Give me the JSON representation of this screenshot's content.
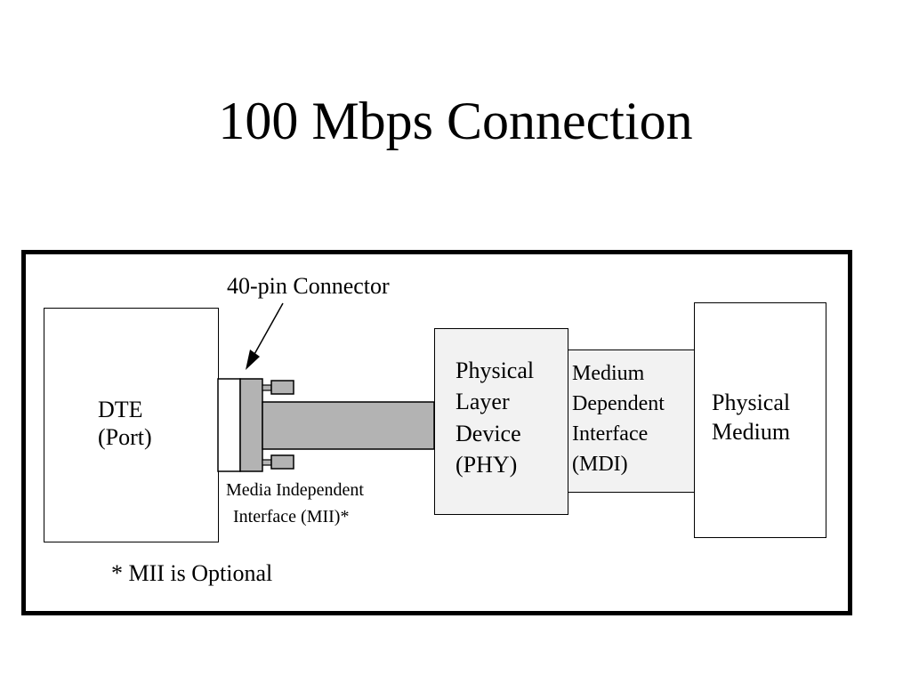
{
  "title": "100 Mbps Connection",
  "diagram": {
    "dte": {
      "line1": "DTE",
      "line2": "(Port)"
    },
    "connector_label": "40-pin Connector",
    "mii": {
      "line1": "Media Independent",
      "line2": "Interface (MII)*"
    },
    "phy": {
      "line1": "Physical",
      "line2": "Layer",
      "line3": "Device",
      "line4": "(PHY)"
    },
    "mdi": {
      "line1": "Medium",
      "line2": "Dependent",
      "line3": "Interface",
      "line4": "(MDI)"
    },
    "medium": {
      "line1": "Physical",
      "line2": "Medium"
    },
    "footnote": "* MII is Optional"
  }
}
